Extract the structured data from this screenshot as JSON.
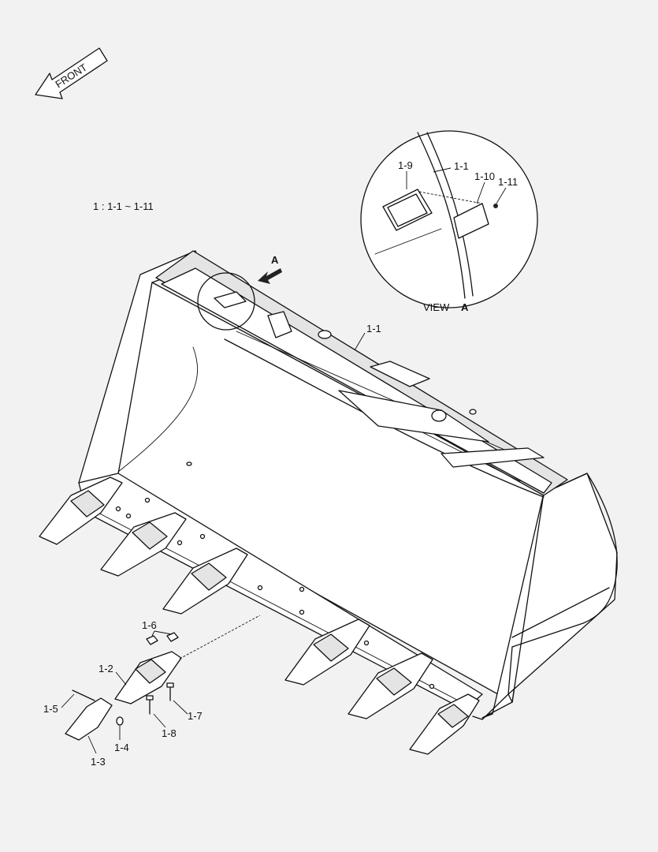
{
  "front_label": "FRONT",
  "assembly_note": "1 : 1-1 ~ 1-11",
  "view": {
    "arrow_letter": "A",
    "caption_word": "VIEW",
    "caption_letter": "A"
  },
  "callouts": {
    "c1_1": "1-1",
    "c1_1_detail": "1-1",
    "c1_2": "1-2",
    "c1_3": "1-3",
    "c1_4": "1-4",
    "c1_5": "1-5",
    "c1_6": "1-6",
    "c1_7": "1-7",
    "c1_8": "1-8",
    "c1_9": "1-9",
    "c1_10": "1-10",
    "c1_11": "1-11"
  },
  "colors": {
    "line": "#111111",
    "background": "#f2f2f2"
  }
}
